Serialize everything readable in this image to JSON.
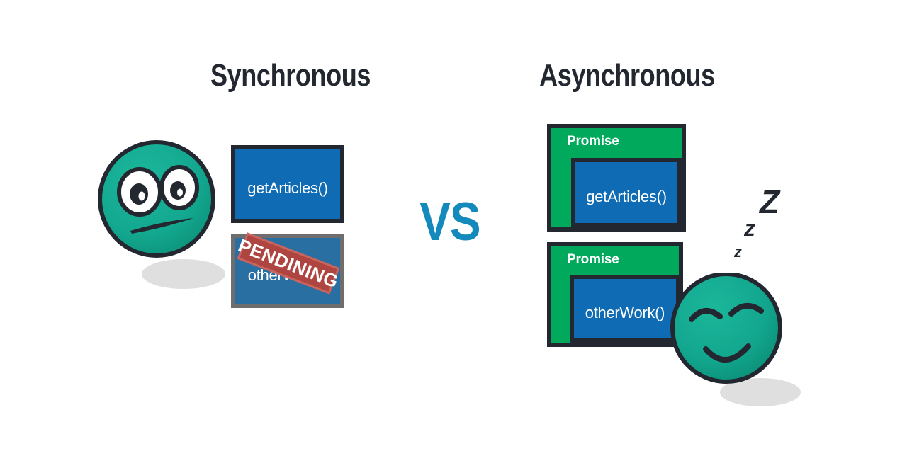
{
  "diagram": {
    "title_sync": "Synchronous",
    "title_async": "Asynchronous",
    "vs_label": "VS",
    "colors": {
      "teal_face": "#13A890",
      "teal_face_shade": "#0E9781",
      "outline_dark": "#232830",
      "blue_box": "#0F6CB4",
      "blue_box_blocked": "#2A6FA2",
      "green_promise": "#00A95C",
      "red_stamp": "#AF4540",
      "red_stamp_border": "#C9655E",
      "vs_blue": "#1389BC",
      "shadow_grey": "#DFDFDF",
      "border_grey": "#6E6E6E"
    }
  },
  "sync_panel": {
    "face": {
      "name": "waiting-face",
      "expression": "flat-unimpressed-open-eyes"
    },
    "boxes": [
      {
        "label": "getArticles()",
        "state": "active"
      },
      {
        "label": "otherWork()",
        "state": "blocked"
      }
    ],
    "stamp": {
      "text": "PENDINING"
    }
  },
  "async_panel": {
    "face": {
      "name": "sleeping-face",
      "expression": "closed-eyes-smiling"
    },
    "promises": [
      {
        "wrapper_label": "Promise",
        "inner_label": "getArticles()"
      },
      {
        "wrapper_label": "Promise",
        "inner_label": "otherWork()"
      }
    ],
    "sleep_marks": [
      {
        "text": "Z",
        "size": "large"
      },
      {
        "text": "z",
        "size": "medium"
      },
      {
        "text": "z",
        "size": "small"
      }
    ]
  }
}
